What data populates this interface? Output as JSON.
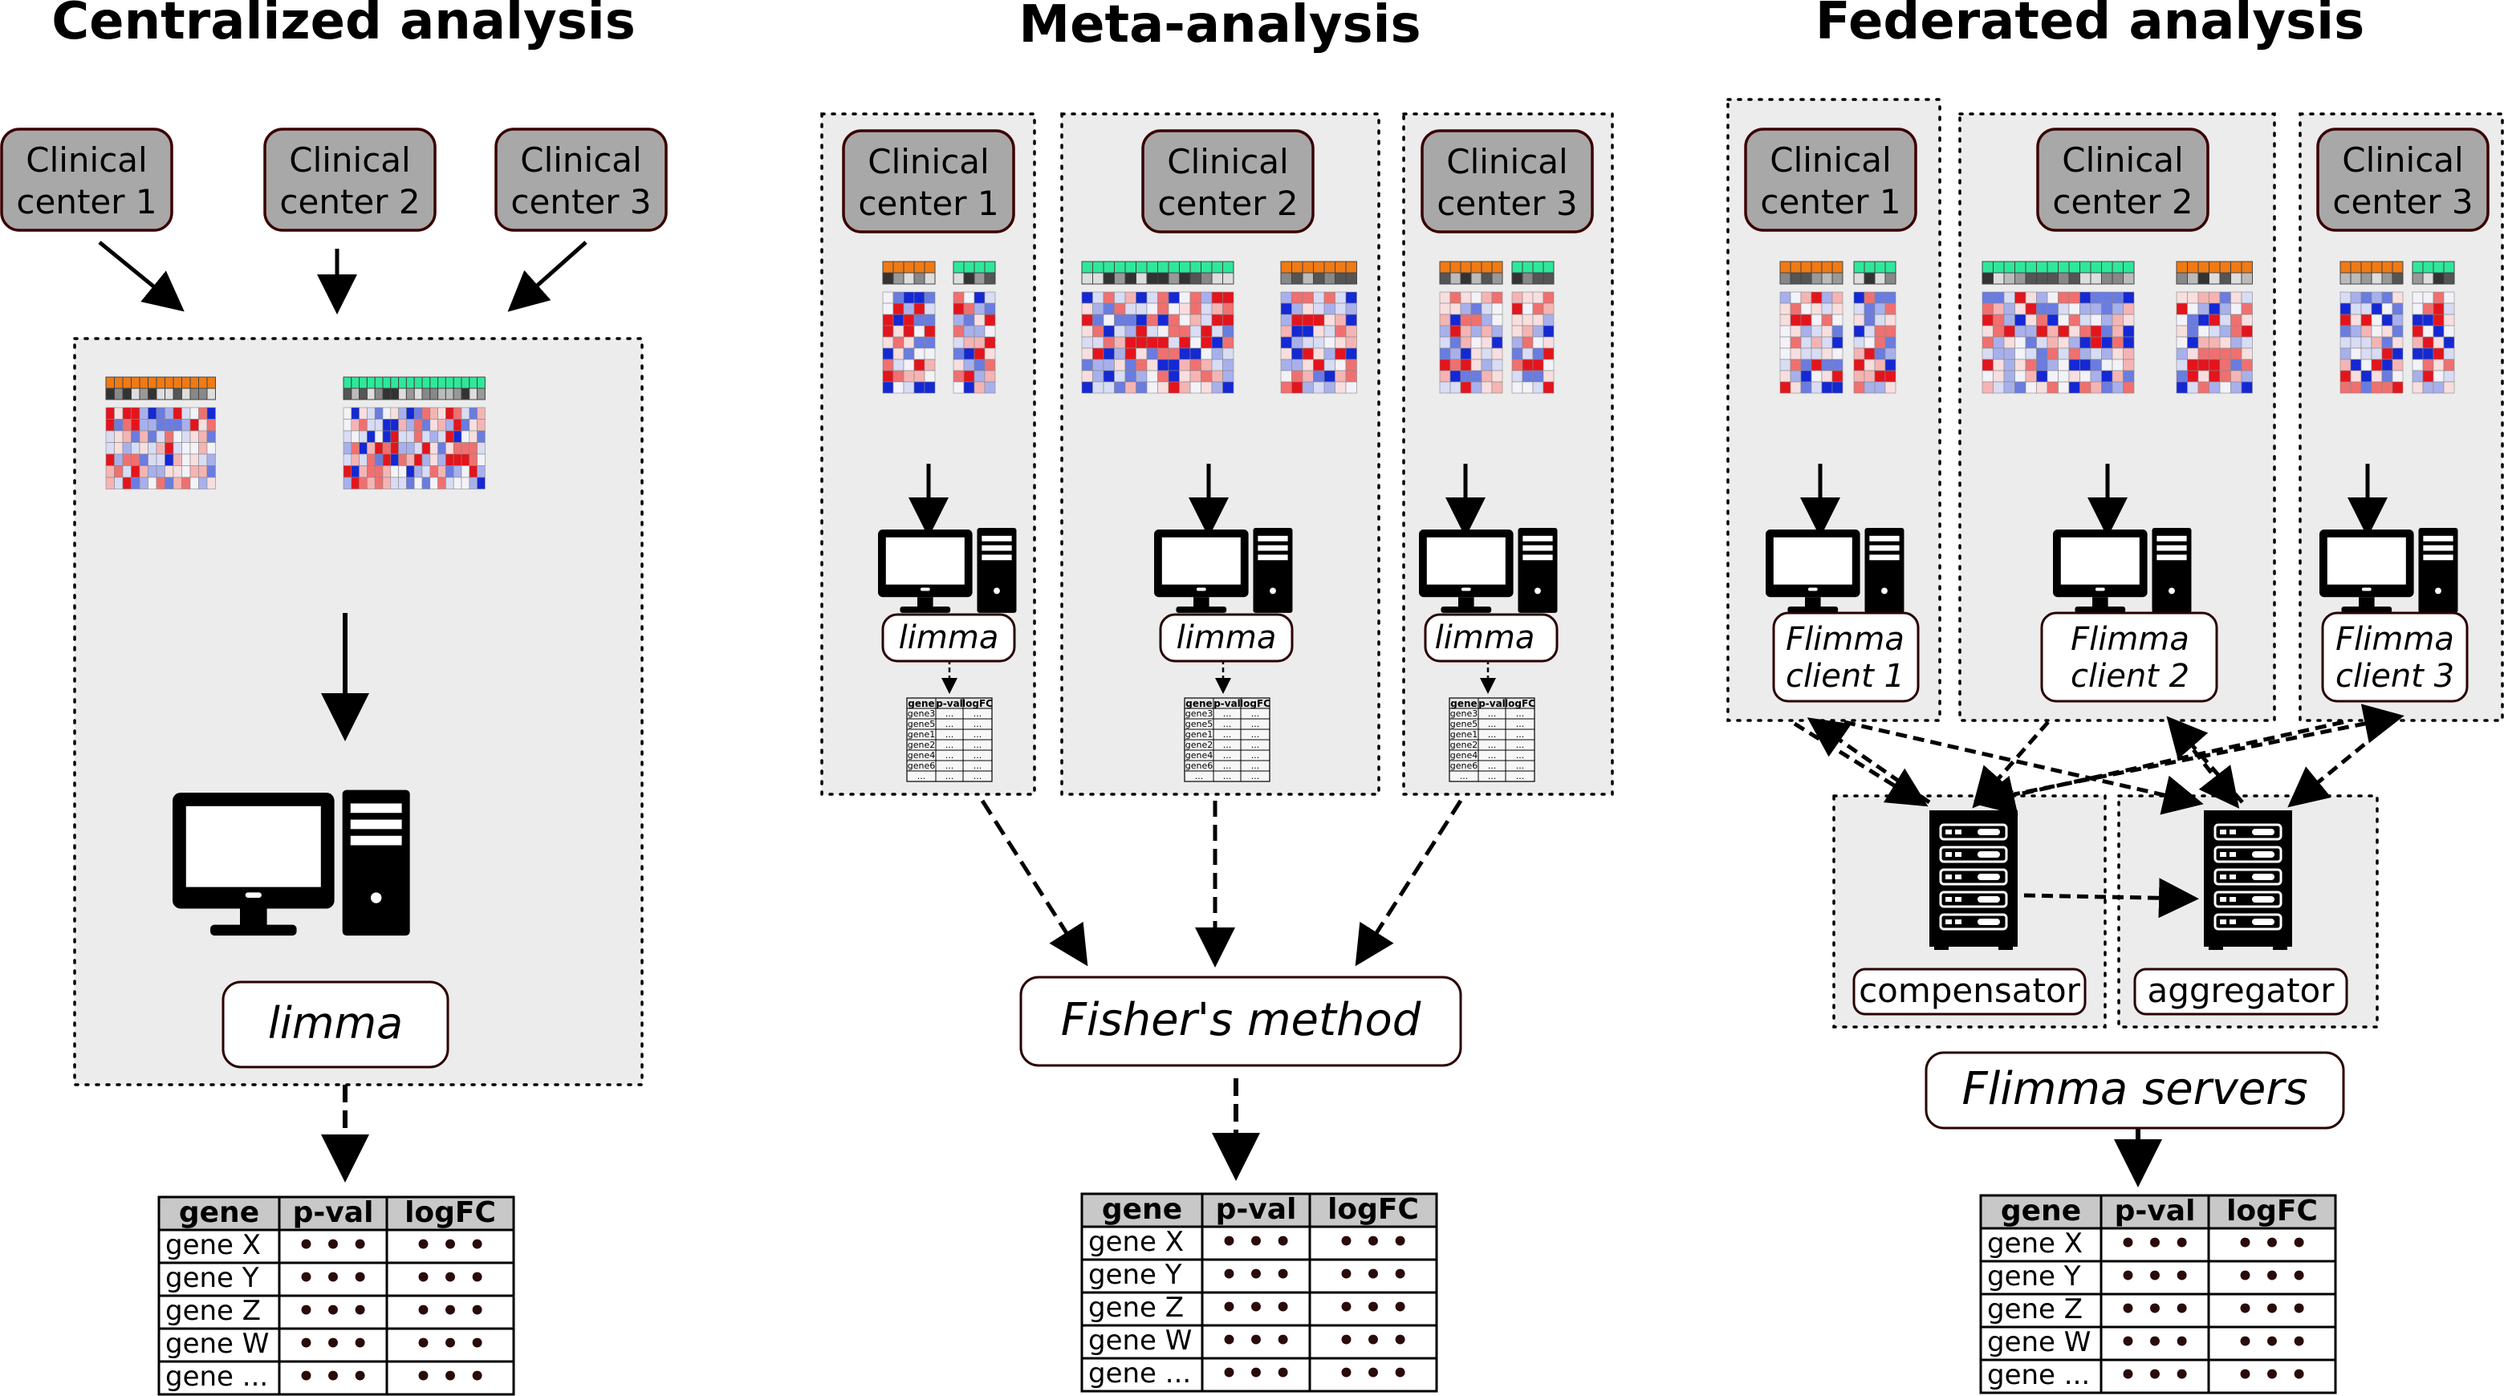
{
  "titles": {
    "centralized": "Centralized analysis",
    "meta": "Meta-analysis",
    "federated": "Federated analysis"
  },
  "centers": {
    "c1": [
      "Clinical",
      "center 1"
    ],
    "c2": [
      "Clinical",
      "center 2"
    ],
    "c3": [
      "Clinical",
      "center 3"
    ]
  },
  "methods": {
    "limma": "limma",
    "fisher": "Fisher's method",
    "flimma_client_1": [
      "Flimma",
      "client 1"
    ],
    "flimma_client_2": [
      "Flimma",
      "client 2"
    ],
    "flimma_client_3": [
      "Flimma",
      "client 3"
    ],
    "flimma_servers": "Flimma servers"
  },
  "servers": {
    "compensator": "compensator",
    "aggregator": "aggregator"
  },
  "result_table": {
    "headers": [
      "gene",
      "p-val",
      "logFC"
    ],
    "rows": [
      [
        "gene X",
        "• • •",
        "• • •"
      ],
      [
        "gene Y",
        "• • •",
        "• • •"
      ],
      [
        "gene Z",
        "• • •",
        "• • •"
      ],
      [
        "gene W",
        "• • •",
        "• • •"
      ],
      [
        "gene ...",
        "• • •",
        "• • •"
      ]
    ]
  },
  "mini_table": {
    "headers": [
      "gene",
      "p-val",
      "logFC"
    ],
    "rows": [
      [
        "gene3",
        "...",
        "..."
      ],
      [
        "gene5",
        "...",
        "..."
      ],
      [
        "gene1",
        "...",
        "..."
      ],
      [
        "gene2",
        "...",
        "..."
      ],
      [
        "gene4",
        "...",
        "..."
      ],
      [
        "gene6",
        "...",
        "..."
      ],
      [
        "...",
        "...",
        "..."
      ]
    ]
  },
  "colors": {
    "panel_fill": "#ececec",
    "center_fill": "#a8a8a8",
    "group_a": "#f07a14",
    "group_b": "#2ee89a",
    "heat_red": "#e4141c",
    "heat_blue": "#1428d4"
  },
  "icons": [
    "workstation-icon",
    "server-rack-icon",
    "arrow-icon",
    "heatmap-icon",
    "table-icon"
  ]
}
